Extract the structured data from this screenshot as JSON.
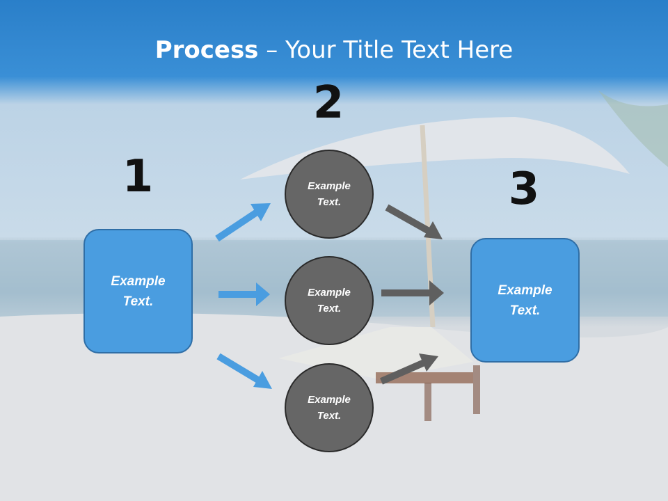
{
  "title": {
    "bold": "Process",
    "rest": " – Your Title Text Here"
  },
  "steps": {
    "one": "1",
    "two": "2",
    "three": "3"
  },
  "boxes": {
    "left": "Example\nText.",
    "right": "Example\nText."
  },
  "circles": {
    "top": "Example\nText.",
    "middle": "Example\nText.",
    "bottom": "Example\nText."
  },
  "colors": {
    "blue_box": "#4a9de0",
    "gray_circle": "#666666",
    "blue_arrow": "#4a9de0",
    "gray_arrow": "#5f5f5f"
  }
}
